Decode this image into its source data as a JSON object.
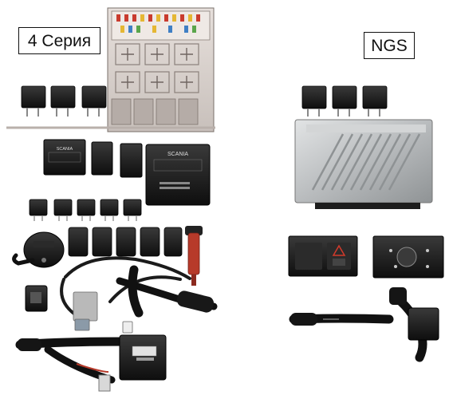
{
  "labels": {
    "series4": "4 Серия",
    "ngs": "NGS"
  },
  "parts_text": {
    "scania_a": "SCANIA",
    "scania_b": "SCANIA"
  },
  "colors": {
    "background": "#ffffff",
    "plastic": "#1a1a1a",
    "aluminium": "#c9cbcc",
    "fusebox": "#ddd6d2",
    "switch_red": "#b73a2a"
  }
}
